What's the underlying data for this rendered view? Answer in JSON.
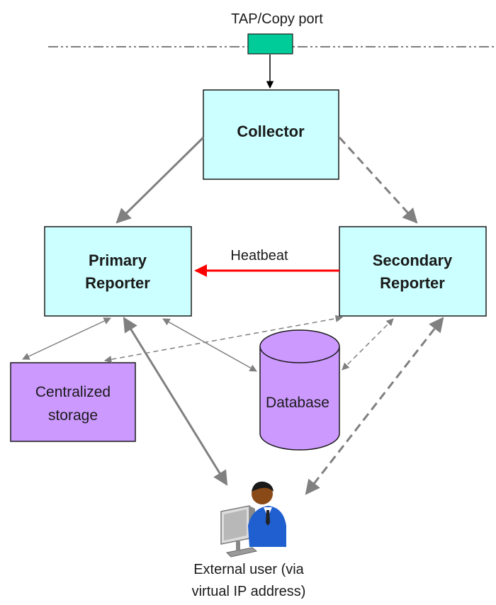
{
  "diagram": {
    "tap_label": "TAP/Copy port",
    "collector": "Collector",
    "primary_reporter": [
      "Primary",
      "Reporter"
    ],
    "secondary_reporter": [
      "Secondary",
      "Reporter"
    ],
    "heartbeat_label": "Heatbeat",
    "storage": [
      "Centralized",
      "storage"
    ],
    "database": "Database",
    "user_label": [
      "External user (via",
      "virtual IP address)"
    ]
  },
  "colors": {
    "box_fill": "#ccffff",
    "storage_fill": "#cc99ff",
    "tap_fill": "#00cc99",
    "heartbeat": "#ff0000",
    "connector": "#808080"
  }
}
